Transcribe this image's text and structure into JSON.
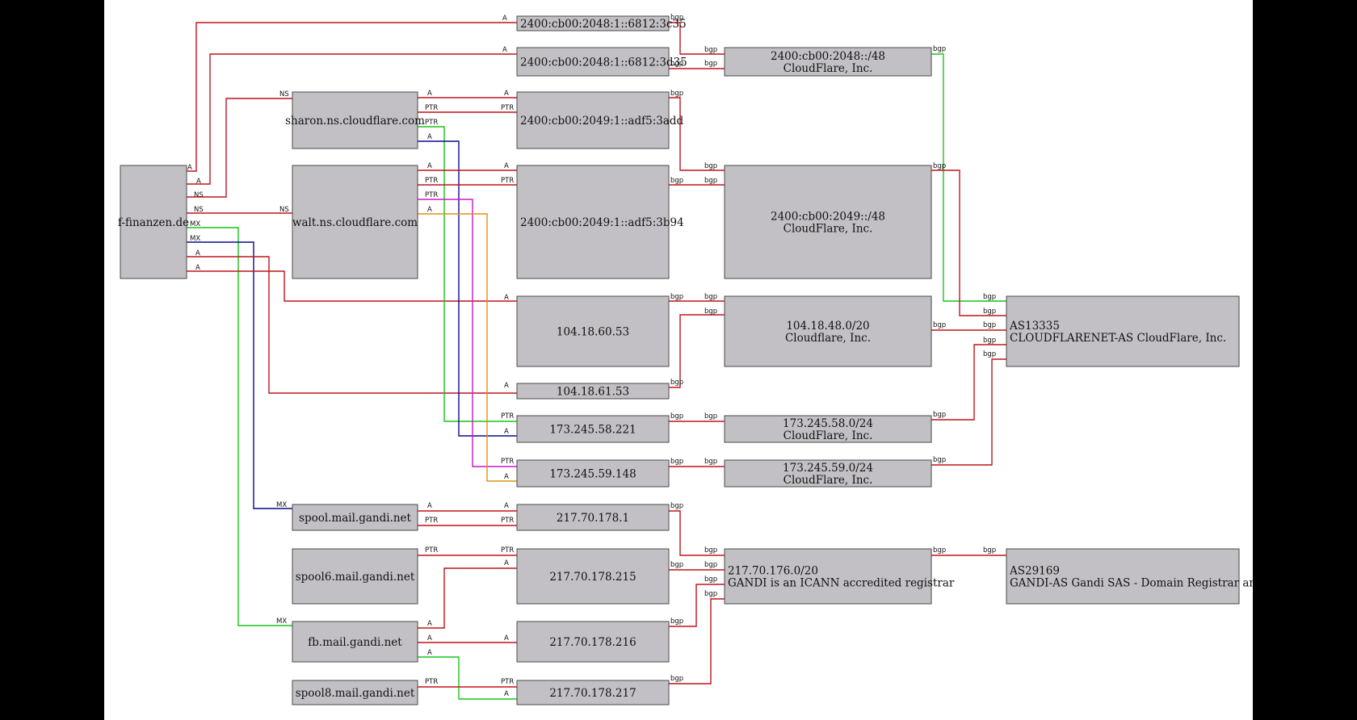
{
  "colors": {
    "red": "#c0141c",
    "green": "#18c418",
    "navy": "#0a0a8c",
    "magenta": "#c818c8",
    "orange": "#e09010",
    "node_fill": "#c2c0c4",
    "background": "#ffffff",
    "frame": "#000000"
  },
  "nodes": {
    "ffinanzen": {
      "lines": [
        "f-finanzen.de"
      ]
    },
    "sharon": {
      "lines": [
        "sharon.ns.cloudflare.com"
      ]
    },
    "walt": {
      "lines": [
        "walt.ns.cloudflare.com"
      ]
    },
    "spool": {
      "lines": [
        "spool.mail.gandi.net"
      ]
    },
    "spool6": {
      "lines": [
        "spool6.mail.gandi.net"
      ]
    },
    "fb": {
      "lines": [
        "fb.mail.gandi.net"
      ]
    },
    "spool8": {
      "lines": [
        "spool8.mail.gandi.net"
      ]
    },
    "ip6_3c35": {
      "lines": [
        "2400:cb00:2048:1::6812:3c35"
      ]
    },
    "ip6_3d35": {
      "lines": [
        "2400:cb00:2048:1::6812:3d35"
      ]
    },
    "ip6_3add": {
      "lines": [
        "2400:cb00:2049:1::adf5:3add"
      ]
    },
    "ip6_3b94": {
      "lines": [
        "2400:cb00:2049:1::adf5:3b94"
      ]
    },
    "ip_60_53": {
      "lines": [
        "104.18.60.53"
      ]
    },
    "ip_61_53": {
      "lines": [
        "104.18.61.53"
      ]
    },
    "ip_58_221": {
      "lines": [
        "173.245.58.221"
      ]
    },
    "ip_59_148": {
      "lines": [
        "173.245.59.148"
      ]
    },
    "ip_178_1": {
      "lines": [
        "217.70.178.1"
      ]
    },
    "ip_178_215": {
      "lines": [
        "217.70.178.215"
      ]
    },
    "ip_178_216": {
      "lines": [
        "217.70.178.216"
      ]
    },
    "ip_178_217": {
      "lines": [
        "217.70.178.217"
      ]
    },
    "pfx_2048": {
      "lines": [
        "2400:cb00:2048::/48",
        "CloudFlare, Inc."
      ]
    },
    "pfx_2049": {
      "lines": [
        "2400:cb00:2049::/48",
        "CloudFlare, Inc."
      ]
    },
    "pfx_104": {
      "lines": [
        "104.18.48.0/20",
        "Cloudflare, Inc."
      ]
    },
    "pfx_58": {
      "lines": [
        "173.245.58.0/24",
        "CloudFlare, Inc."
      ]
    },
    "pfx_59": {
      "lines": [
        "173.245.59.0/24",
        "CloudFlare, Inc."
      ]
    },
    "pfx_gandi": {
      "lines": [
        "217.70.176.0/20",
        "GANDI is an ICANN accredited registrar"
      ]
    },
    "as13335": {
      "lines": [
        "AS13335",
        "CLOUDFLARENET-AS CloudFlare, Inc."
      ]
    },
    "as29169": {
      "lines": [
        "AS29169",
        "GANDI-AS Gandi SAS - Domain Registrar an"
      ]
    }
  },
  "edge_labels": {
    "a": "A",
    "ns": "NS",
    "mx": "MX",
    "ptr": "PTR",
    "bgp": "bgp"
  }
}
